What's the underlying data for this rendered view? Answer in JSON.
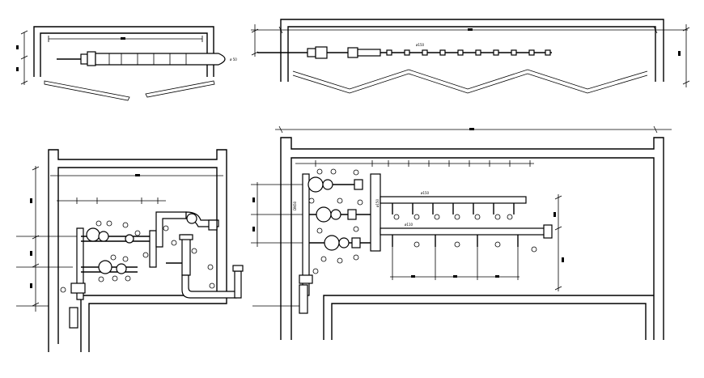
{
  "sheet": {
    "background": "#ffffff",
    "line_color": "#000000"
  },
  "labels": {
    "top_left_pipe_end": "ø 50",
    "top_right_header": "ø150",
    "bottom_right_header": "ø150",
    "bottom_right_vertical": "ø150",
    "bottom_right_lower_pipe": "ø110",
    "bottom_right_riser": "DN50"
  }
}
